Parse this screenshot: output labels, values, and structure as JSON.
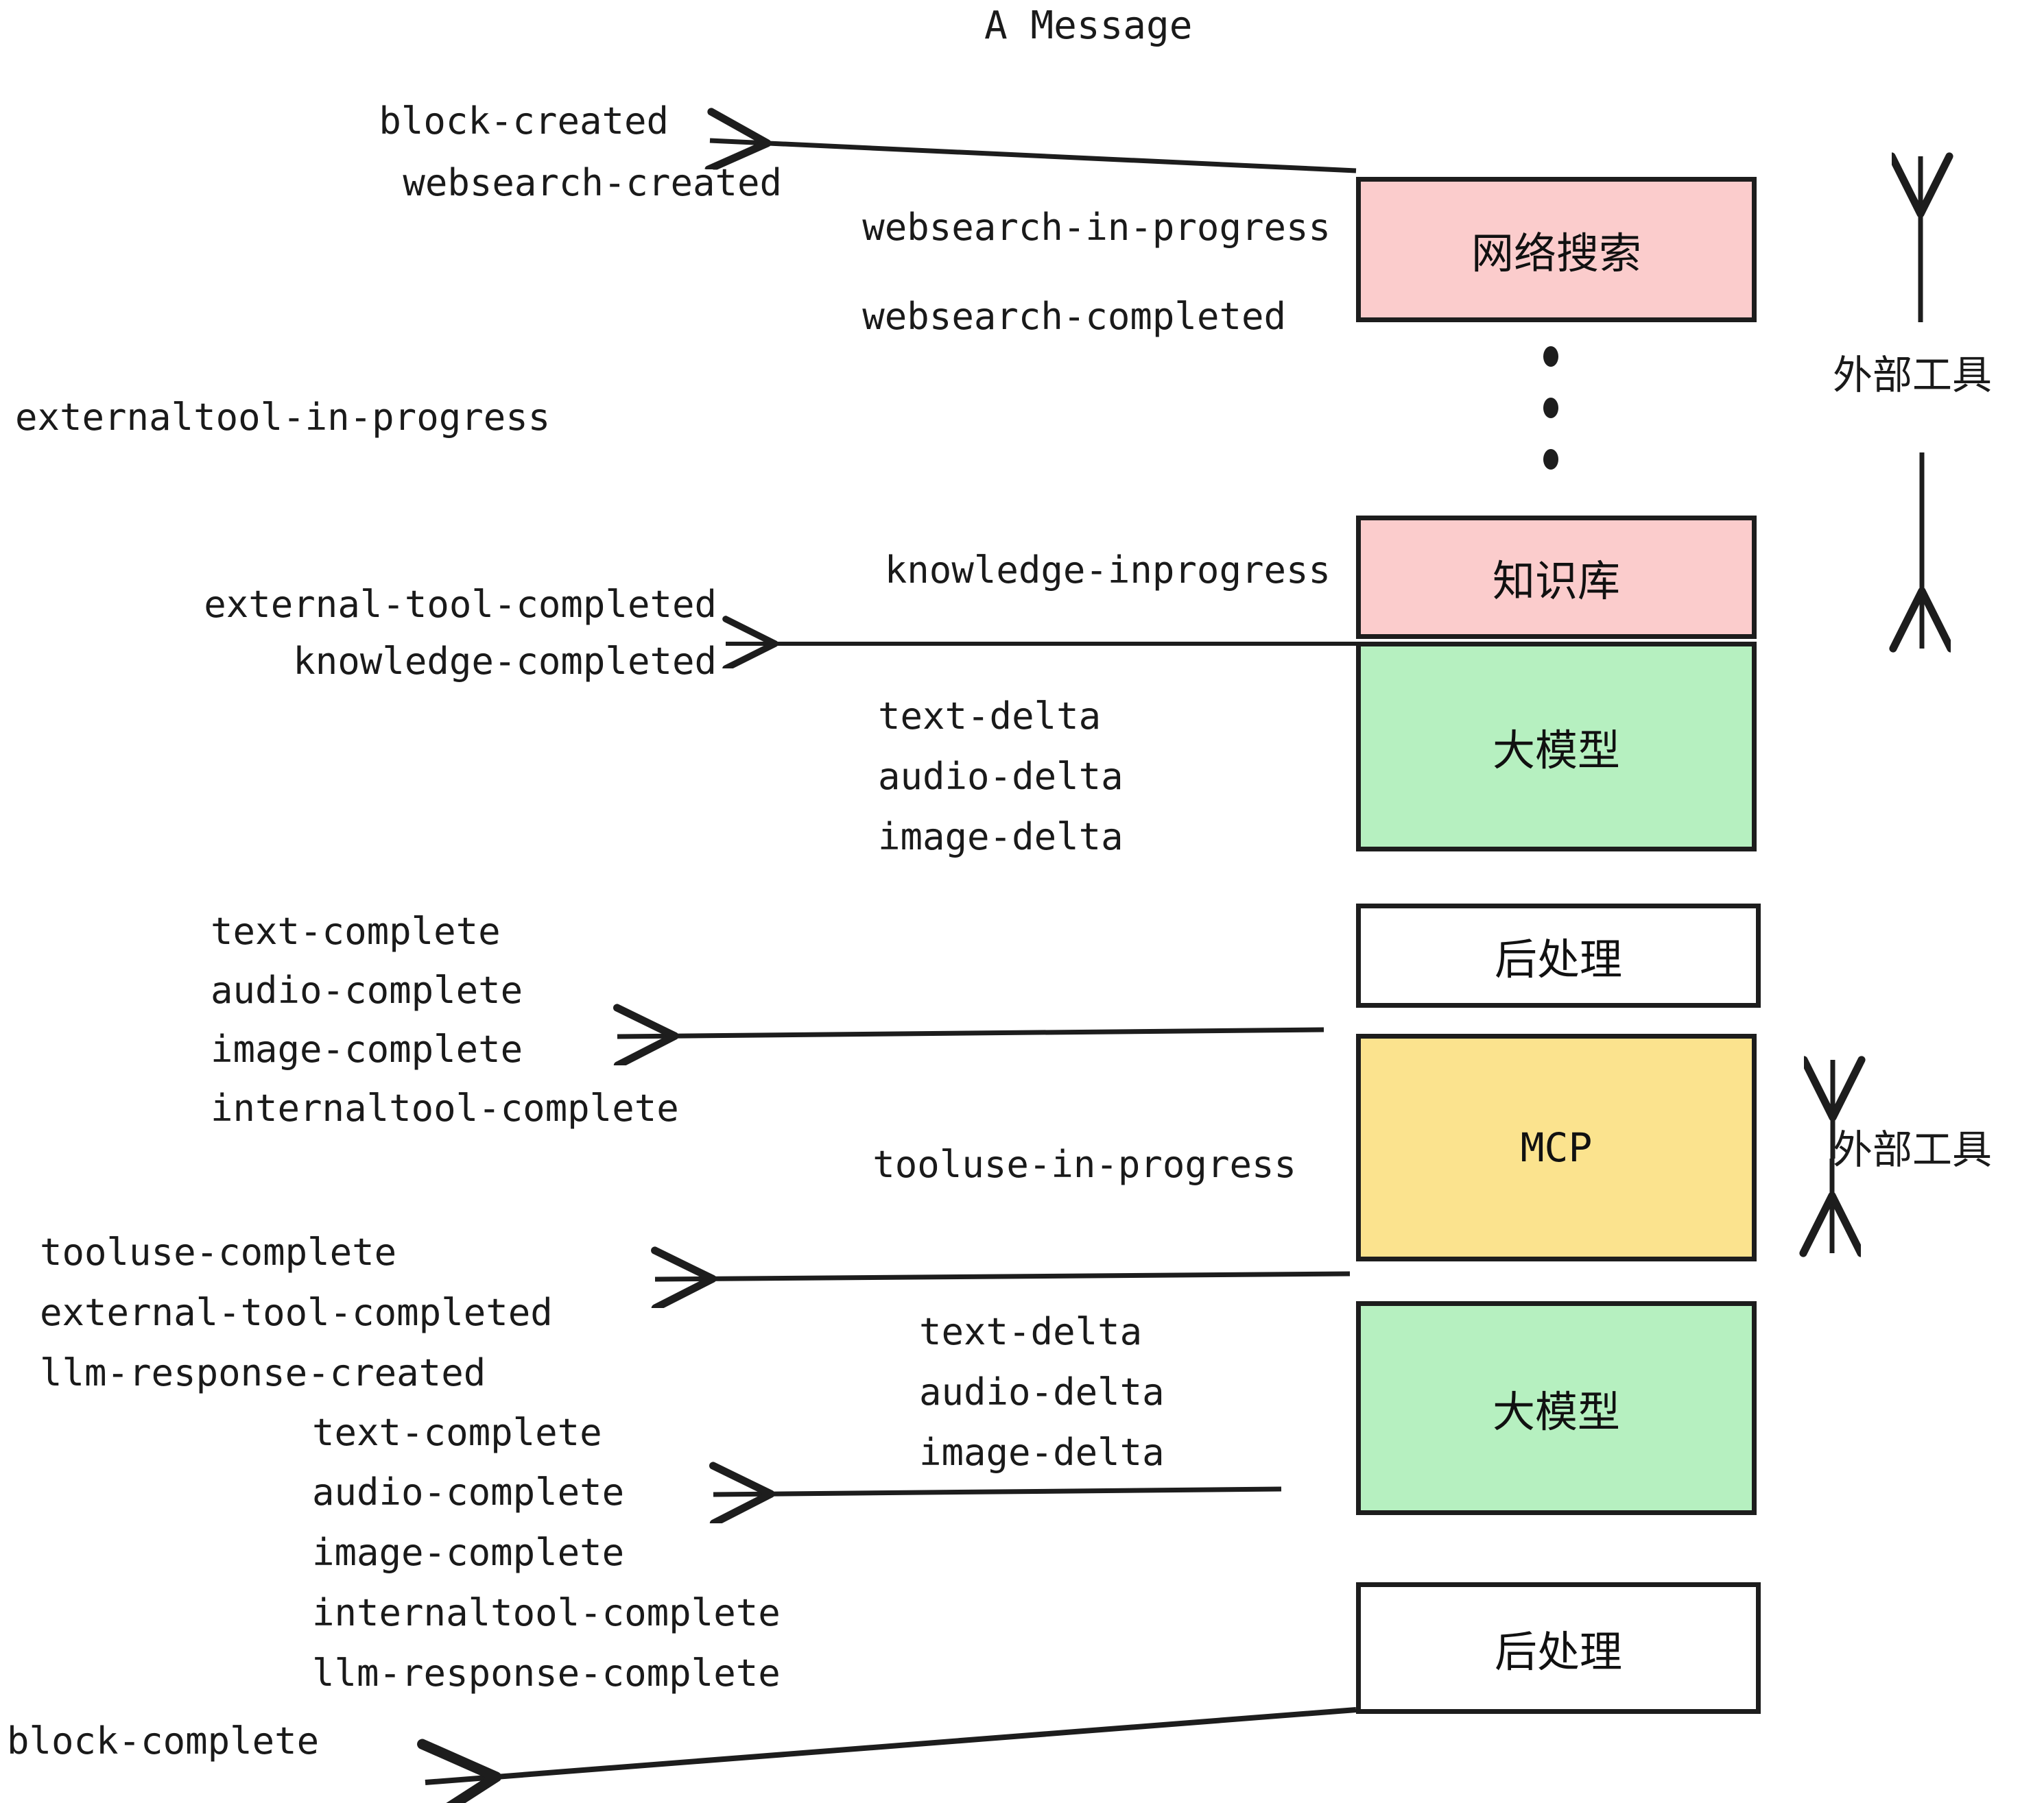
{
  "title": "A Message",
  "colors": {
    "pink": "#fbcccc",
    "green": "#b6f0c0",
    "yellow": "#fbe38e",
    "white": "#ffffff",
    "stroke": "#1d1d1d",
    "text": "#1a1a1a"
  },
  "boxes": [
    {
      "id": "websearch",
      "label": "网络搜索",
      "fill": "#fbcccc"
    },
    {
      "id": "knowledge",
      "label": "知识库",
      "fill": "#fbcccc"
    },
    {
      "id": "llm-top",
      "label": "大模型",
      "fill": "#b6f0c0"
    },
    {
      "id": "postprocess-top",
      "label": "后处理",
      "fill": "#ffffff"
    },
    {
      "id": "mcp",
      "label": "MCP",
      "fill": "#fbe38e"
    },
    {
      "id": "llm-bottom",
      "label": "大模型",
      "fill": "#b6f0c0"
    },
    {
      "id": "postprocess-bottom",
      "label": "后处理",
      "fill": "#ffffff"
    }
  ],
  "side_labels": [
    {
      "id": "external-tools-top",
      "text": "外部工具"
    },
    {
      "id": "external-tools-bottom",
      "text": "外部工具"
    }
  ],
  "events": {
    "block_created": "block-created",
    "websearch_created": "websearch-created",
    "websearch_in_progress": "websearch-in-progress",
    "websearch_completed": "websearch-completed",
    "externaltool_in_progress": "externaltool-in-progress",
    "knowledge_inprogress": "knowledge-inprogress",
    "external_tool_completed_1": "external-tool-completed",
    "knowledge_completed": "knowledge-completed",
    "text_delta_1": "text-delta",
    "audio_delta_1": "audio-delta",
    "image_delta_1": "image-delta",
    "text_complete_1": "text-complete",
    "audio_complete_1": "audio-complete",
    "image_complete_1": "image-complete",
    "internaltool_complete_1": "internaltool-complete",
    "tooluse_in_progress": "tooluse-in-progress",
    "tooluse_complete": "tooluse-complete",
    "external_tool_completed_2": "external-tool-completed",
    "llm_response_created": "llm-response-created",
    "text_delta_2": "text-delta",
    "audio_delta_2": "audio-delta",
    "image_delta_2": "image-delta",
    "text_complete_2": "text-complete",
    "audio_complete_2": "audio-complete",
    "image_complete_2": "image-complete",
    "internaltool_complete_2": "internaltool-complete",
    "llm_response_complete": "llm-response-complete",
    "block_complete": "block-complete"
  }
}
